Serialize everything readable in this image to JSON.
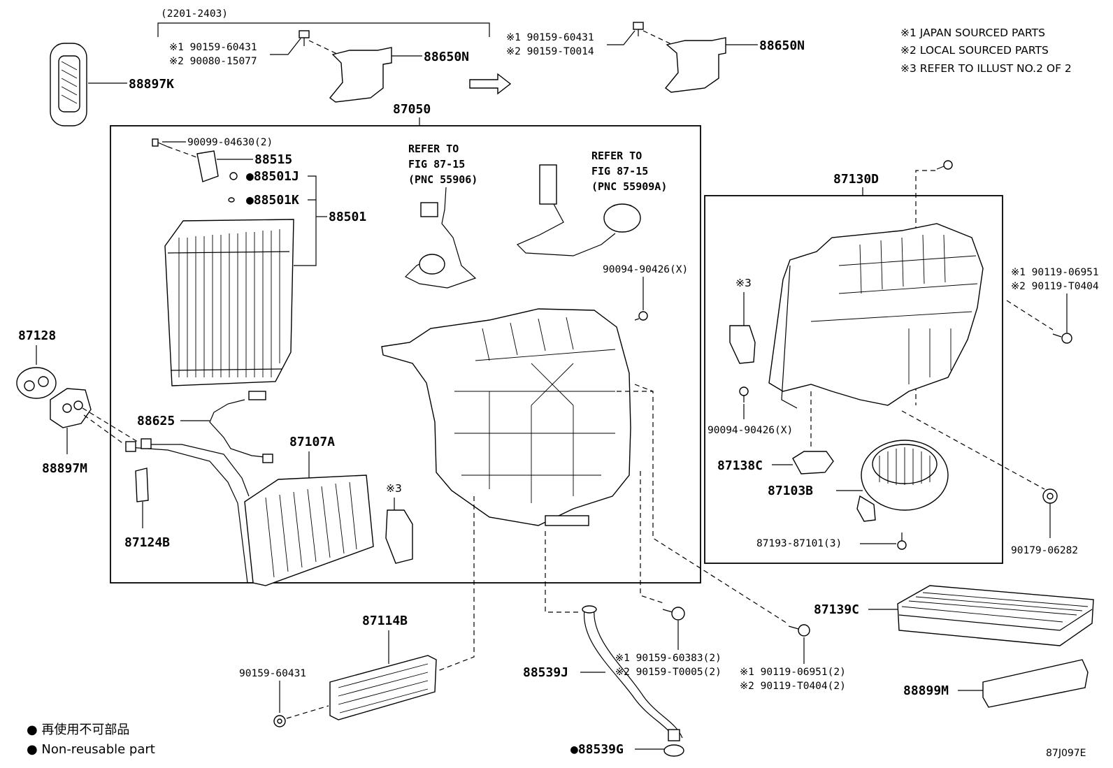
{
  "notes": {
    "n1": "※1 JAPAN SOURCED PARTS",
    "n2": "※2 LOCAL SOURCED PARTS",
    "n3": "※3 REFER TO ILLUST NO.2 OF 2"
  },
  "legend": {
    "line1": "● 再使用不可部品",
    "line2": "● Non-reusable part"
  },
  "diagram_code": "87J097E",
  "top": {
    "date_range": "(2201-2403)",
    "bolt_a1": "※1 90159-60431",
    "bolt_a2": "※2 90080-15077",
    "bracket_a": "88650N",
    "bolt_b1": "※1 90159-60431",
    "bolt_b2": "※2 90159-T0014",
    "bracket_b": "88650N",
    "cover": "88897K"
  },
  "main_box": {
    "assy": "87050",
    "screw": "90099-04630(2)",
    "valve": "88515",
    "oring_j": "●88501J",
    "oring_k": "●88501K",
    "evaporator": "88501",
    "ref1_line1": "REFER TO",
    "ref1_line2": "FIG 87-15",
    "ref1_line3": "(PNC 55906)",
    "ref2_line1": "REFER TO",
    "ref2_line2": "FIG 87-15",
    "ref2_line3": "(PNC 55909A)",
    "screw2": "90094-90426(X)",
    "thermistor": "88625",
    "heater_core": "87107A",
    "clamp": "87124B",
    "note_ref3": "※3"
  },
  "blower_box": {
    "assy": "87130D",
    "note_ref3": "※3",
    "screw": "90094-90426(X)",
    "resistor": "87138C",
    "motor": "87103B",
    "motor_screw": "87193-87101(3)"
  },
  "right": {
    "screw1": "※1 90119-06951",
    "screw2": "※2 90119-T0404",
    "grommet": "90179-06282"
  },
  "left": {
    "gasket": "87128",
    "plate": "88897M"
  },
  "bottom": {
    "duct": "87114B",
    "duct_bolt": "90159-60431",
    "drain_hose": "88539J",
    "drain_cap": "●88539G",
    "bolt1": "※1 90159-60383(2)",
    "bolt2": "※2 90159-T0005(2)",
    "screw1": "※1 90119-06951(2)",
    "screw2": "※2 90119-T0404(2)",
    "filter": "87139C",
    "filter_cover": "88899M"
  }
}
